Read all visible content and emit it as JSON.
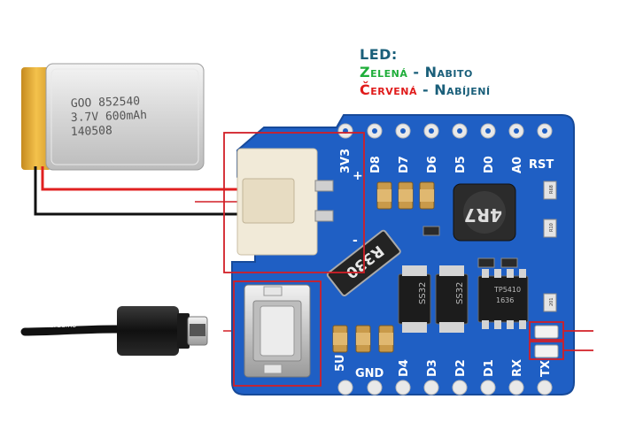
{
  "legend": {
    "title": "LED:",
    "items": [
      {
        "color_word": "Zelená",
        "separator": " - ",
        "state": "Nabito",
        "color": "#1fae3a"
      },
      {
        "color_word": "Červená",
        "separator": " - ",
        "state": "Nabíjení",
        "color": "#e01b1b"
      }
    ]
  },
  "battery": {
    "line1": "GOO 852540",
    "line2": "3.7V 600mAh",
    "line3": "140508"
  },
  "board": {
    "top_pins": [
      "3V3",
      "D8",
      "D7",
      "D6",
      "D5",
      "D0",
      "A0",
      "RST"
    ],
    "bottom_pins": [
      "5U",
      "GND",
      "D4",
      "D3",
      "D2",
      "D1",
      "RX",
      "TX"
    ],
    "plus_mark": "+",
    "minus_mark": "-",
    "inductor_label": "4R7",
    "resistor_label": "R330",
    "diode_label": "SS32",
    "ic_label_1": "TP5410",
    "ic_label_2": "1636",
    "smd_a": "R68",
    "smd_b": "R10",
    "smd_c": "201"
  },
  "usb_cable": {
    "brand": "laskarduino"
  },
  "colors": {
    "pcb": "#1f5fc4",
    "highlight": "#d21f26",
    "wire_red": "#e02020",
    "wire_black": "#111111"
  }
}
